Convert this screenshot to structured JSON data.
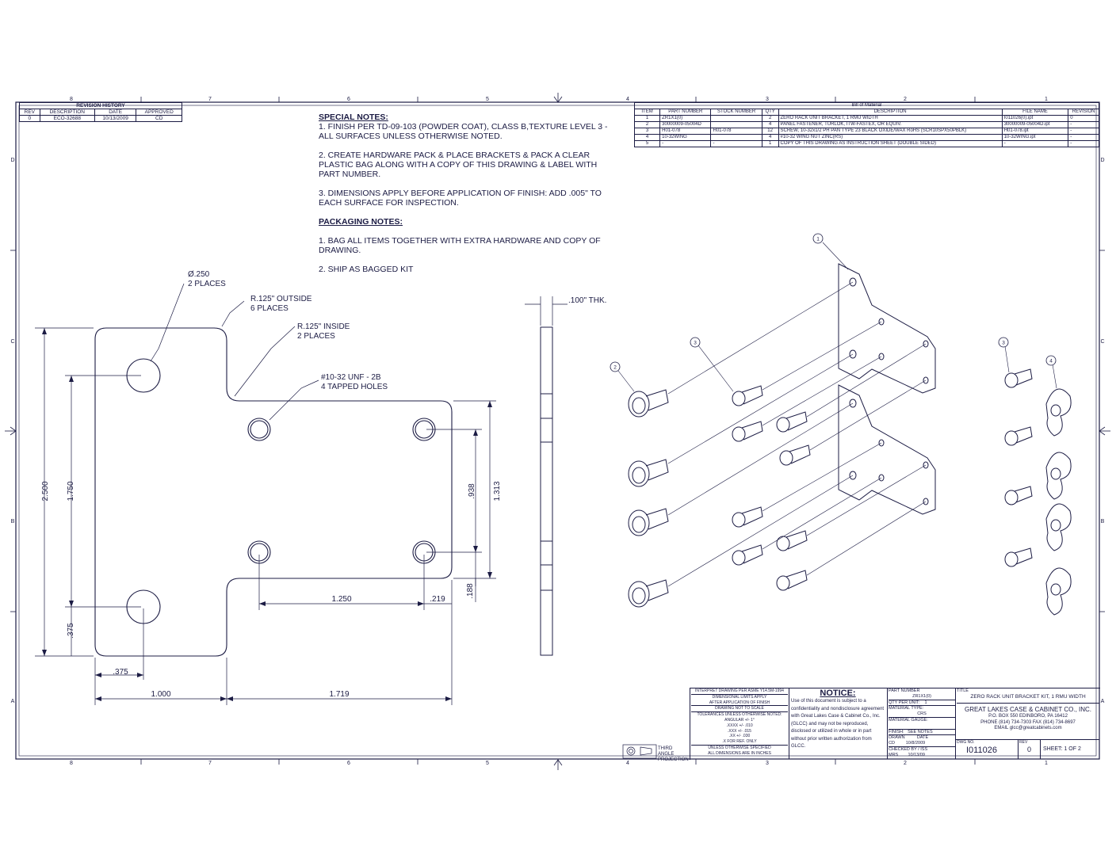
{
  "zone_labels": {
    "top": [
      "8",
      "7",
      "6",
      "5",
      "4",
      "3",
      "2",
      "1"
    ],
    "side": [
      "D",
      "C",
      "B",
      "A"
    ]
  },
  "revision_history": {
    "title": "REVISION HISTORY",
    "headers": [
      "REV",
      "DESCRIPTION",
      "DATE",
      "APPROVED"
    ],
    "row": [
      "0",
      "ECO-32688",
      "10/13/2009",
      "CD"
    ]
  },
  "special_notes": {
    "heading": "SPECIAL NOTES:",
    "note1": "1.  FINISH PER TD-09-103 (POWDER COAT), CLASS B,TEXTURE LEVEL 3 - ALL SURFACES UNLESS OTHERWISE NOTED.",
    "note2": "2.  CREATE HARDWARE PACK & PLACE BRACKETS & PACK A CLEAR PLASTIC BAG ALONG WITH A COPY OF THIS DRAWING & LABEL WITH PART NUMBER.",
    "note3": "3.  DIMENSIONS APPLY BEFORE APPLICATION OF FINISH:  ADD .005\" TO EACH SURFACE FOR INSPECTION."
  },
  "packaging_notes": {
    "heading": "PACKAGING NOTES:",
    "note1": "1.  BAG ALL ITEMS TOGETHER WITH EXTRA HARDWARE AND COPY OF DRAWING.",
    "note2": "2.  SHIP AS BAGGED KIT"
  },
  "bom": {
    "title": "Bill of Material",
    "headers": [
      "ITEM",
      "PART NUMBER",
      "STOCK NUMBER",
      "QTY",
      "DESCRIPTION",
      "FILE NAME",
      "REVISION"
    ],
    "rows": [
      [
        "1",
        "ZR1X1(0)",
        "",
        "2",
        "ZERO RACK UNIT BRACKET, 1 RMU WIDTH",
        "I011026(0).ipt",
        "0"
      ],
      [
        "2",
        "30000009-05004D",
        "",
        "4",
        "PANEL FASTENER, TURLOK, ITW-FASTEX, OR EQUIV.",
        "30000009-05004D.ipt",
        "-"
      ],
      [
        "3",
        "H01-078",
        "H01-078",
        "12",
        "SCREW, 10-32x1/2  PH PAN TYPE 23 BLACK OXIDE/WAX RoHS (SCR10SPX50PBLK)",
        "H01-078.ipt",
        "-"
      ],
      [
        "4",
        "10-32WING",
        "",
        "4",
        "#10-32 WING NUT ZINC(RS)",
        "10-32WING.ipt",
        "-"
      ],
      [
        "5",
        "-",
        "-",
        "1",
        "COPY OF THIS DRAWING AS INSTRUCTION SHEET (DOUBLE SIDED)",
        "-",
        "-"
      ]
    ]
  },
  "callouts": {
    "hole_dia": "Ø.250",
    "hole_places": "2 PLACES",
    "r_outside": "R.125\" OUTSIDE",
    "r_outside_places": "6 PLACES",
    "r_inside": "R.125\" INSIDE",
    "r_inside_places": "2 PLACES",
    "tapped": "#10-32 UNF - 2B",
    "tapped_count": "4 TAPPED HOLES",
    "thickness": ".100\" THK."
  },
  "dimensions": {
    "d2500": "2.500",
    "d1750": "1.750",
    "d375v": ".375",
    "d375h": ".375",
    "d1000": "1.000",
    "d1719": "1.719",
    "d1250": "1.250",
    "d219": ".219",
    "d938": ".938",
    "d1313": "1.313",
    "d188": ".188"
  },
  "balloons": [
    "1",
    "2",
    "3",
    "3",
    "4"
  ],
  "title_block": {
    "interpret": "INTERPRET DRAWING PER ASME Y14.5M-1994",
    "dim_limits": "DIMENSIONAL LIMITS APPLY",
    "after_finish": "AFTER APPLICATION OF FINISH",
    "no_scale": "DRAWING NOT TO SCALE",
    "tol_head": "TOLERANCES UNLESS OTHERWISE NOTED:",
    "tol1": "ANGULAR +/- 1°",
    ".tol2": ".XXXX +/- .010",
    "tol2": ".XXXX +/- .010",
    "tol3": ".XXX +/- .015",
    "tol4": ".XX +/- .030",
    "tol5": ".X FOR REF. ONLY",
    "unless": "UNLESS OTHERWISE SPECIFIED",
    "inches": "ALL DIMENSIONS ARE IN INCHES",
    "projection": "THIRD ANGLE PROJECTION",
    "notice_title": "NOTICE:",
    "notice_text": "Use of this document is subject to a confidentiality and nondisclosure agreement with Great Lakes Case & Cabinet Co., Inc. (GLCC) and may not be reproduced, disclosed or utilized in whole or in part without prior written authorization from GLCC.",
    "part_number_label": "PART NUMBER",
    "part_number": "ZR1X1(0)",
    "qty_label": "QTY PER UNIT:",
    "qty": "1",
    "material_label": "MATERIAL TYPE:",
    "material": "CRS",
    "gauge_label": "MATERIAL GAUGE:",
    "gauge": "",
    "finish_label": "FINISH:",
    "finish": "SEE NOTES",
    "drawn_label": "DRAWN",
    "drawn": "CD",
    "drawn_date_label": "DATE",
    "drawn_date": "10/8/2009",
    "checked_label": "CHECKED BY / ISS",
    "checked": "MRS",
    "checked_date": "10/13/09",
    "title_label": "TITLE",
    "title": "ZERO RACK UNIT BRACKET KIT, 1 RMU WIDTH",
    "company": "GREAT LAKES CASE & CABINET CO., INC.",
    "address": "P.O. BOX 550 EDINBORO, PA 16412",
    "phone": "PHONE (814) 734-7303  FAX (814) 734-8697",
    "email": "EMAIL glcc@greatcabinets.com",
    "dwg_label": "DWG NO.",
    "dwg_no": "I011026",
    "rev_label": "REV",
    "rev": "0",
    "sheet": "SHEET: 1  OF  2"
  }
}
